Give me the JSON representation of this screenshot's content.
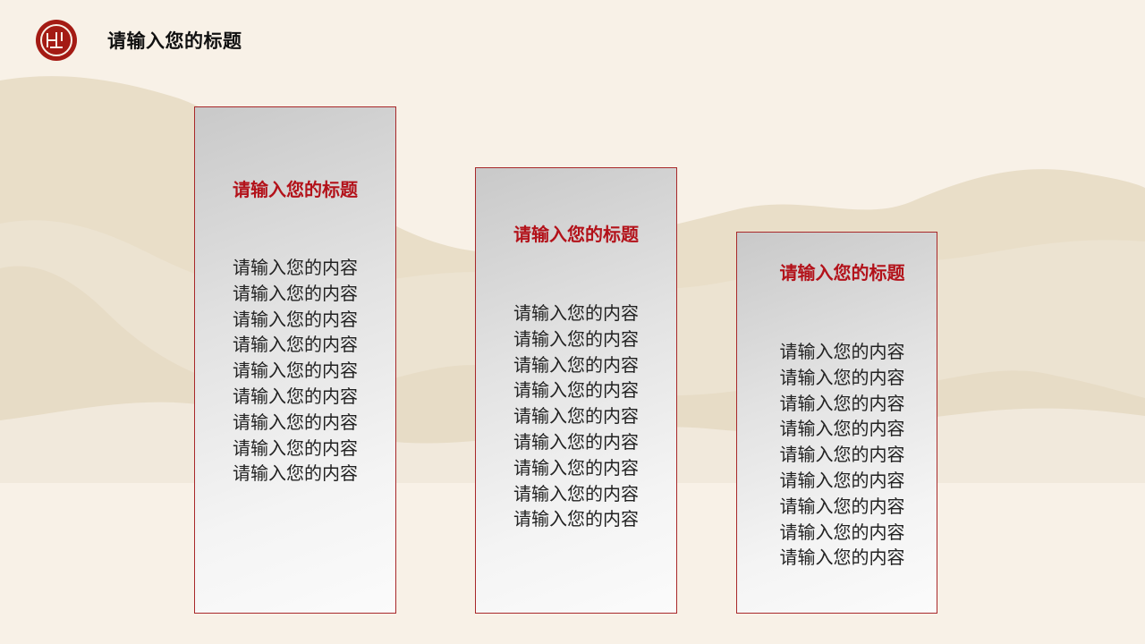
{
  "header": {
    "title": "请输入您的标题",
    "logo_icon": "seal-logo-icon"
  },
  "colors": {
    "accent": "#a41b14",
    "card_title": "#b3121a",
    "background": "#f8f1e7",
    "mountain": "#e3d6bd"
  },
  "cards": [
    {
      "title": "请输入您的标题",
      "lines": [
        "请输入您的内容",
        "请输入您的内容",
        "请输入您的内容",
        "请输入您的内容",
        "请输入您的内容",
        "请输入您的内容",
        "请输入您的内容",
        "请输入您的内容",
        "请输入您的内容"
      ]
    },
    {
      "title": "请输入您的标题",
      "lines": [
        "请输入您的内容",
        "请输入您的内容",
        "请输入您的内容",
        "请输入您的内容",
        "请输入您的内容",
        "请输入您的内容",
        "请输入您的内容",
        "请输入您的内容",
        "请输入您的内容"
      ]
    },
    {
      "title": "请输入您的标题",
      "lines": [
        "请输入您的内容",
        "请输入您的内容",
        "请输入您的内容",
        "请输入您的内容",
        "请输入您的内容",
        "请输入您的内容",
        "请输入您的内容",
        "请输入您的内容",
        "请输入您的内容"
      ]
    }
  ]
}
